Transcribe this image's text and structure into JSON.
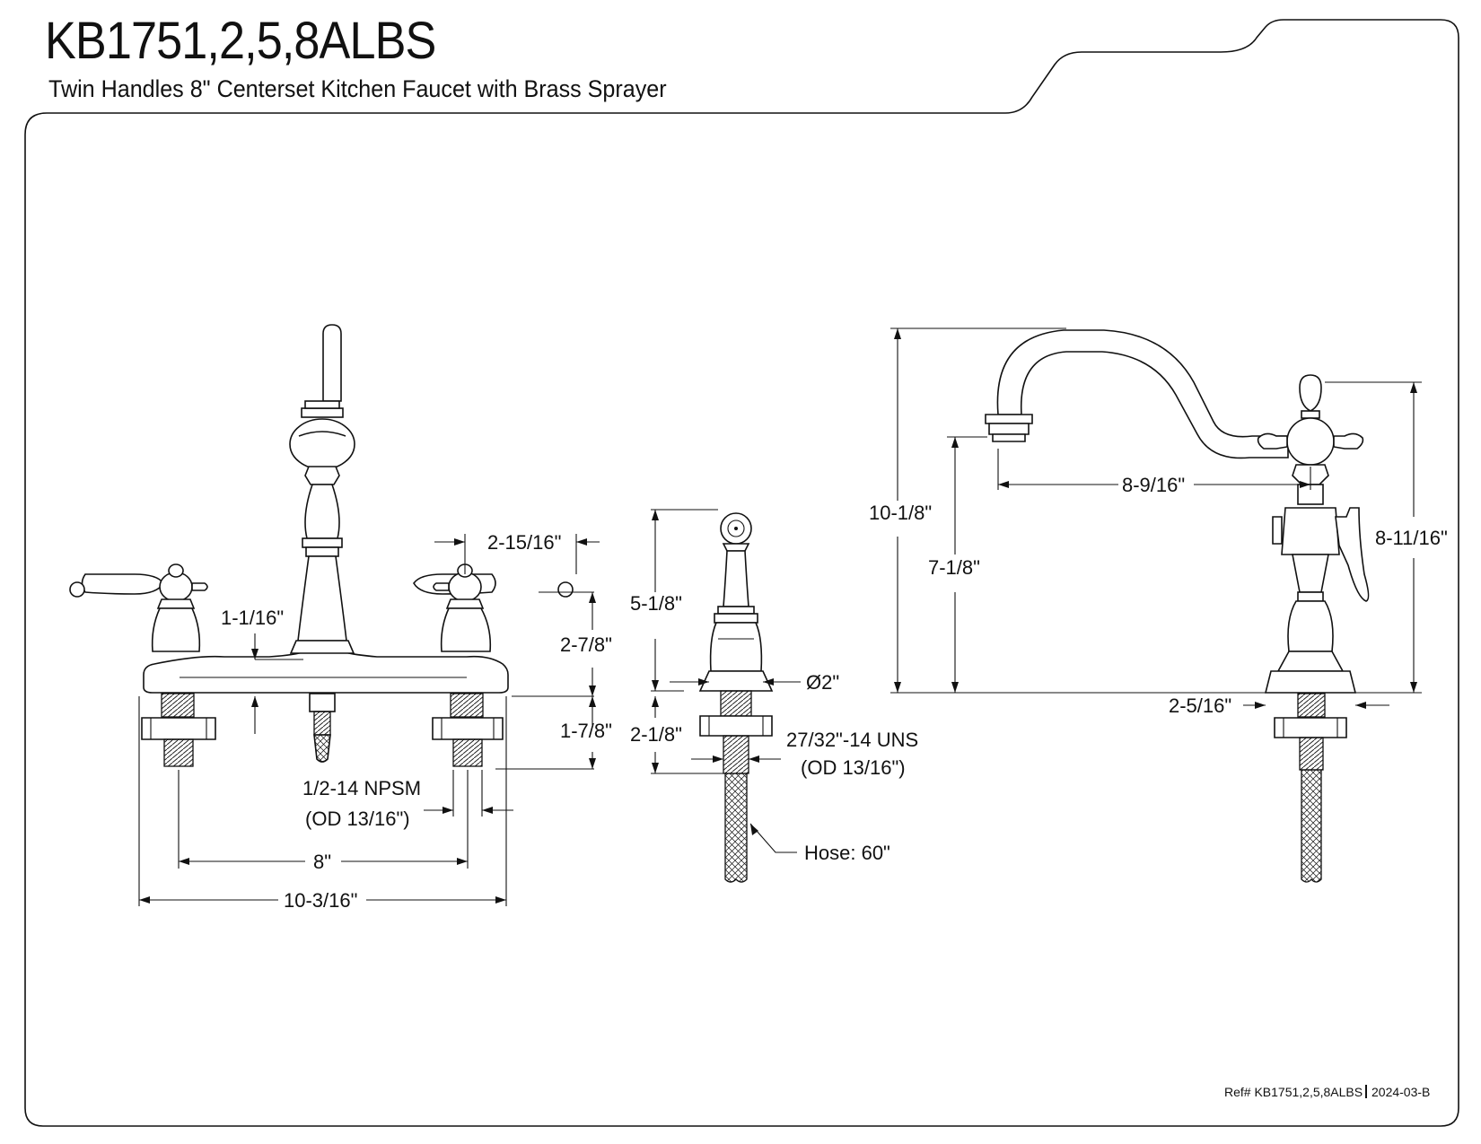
{
  "header": {
    "title": "KB1751,2,5,8ALBS",
    "subtitle": "Twin Handles 8\" Centerset Kitchen Faucet with Brass Sprayer"
  },
  "front_view": {
    "dim_handle_spacing": "2-15/16\"",
    "dim_handle_height": "2-7/8\"",
    "dim_spout_base": "1-1/16\"",
    "dim_shank_length": "1-7/8\"",
    "thread_spec": "1/2-14 NPSM",
    "thread_od": "(OD 13/16\")",
    "dim_center": "8\"",
    "dim_overall": "10-3/16\""
  },
  "sprayer_view": {
    "dim_height": "5-1/8\"",
    "dim_diameter": "Ø2\"",
    "dim_shank": "2-1/8\"",
    "thread_spec": "27/32\"-14 UNS",
    "thread_od": "(OD 13/16\")",
    "hose_label": "Hose: 60\""
  },
  "side_view": {
    "dim_total_height": "10-1/8\"",
    "dim_spout_height": "7-1/8\"",
    "dim_reach": "8-9/16\"",
    "dim_handle_height": "8-11/16\"",
    "dim_base": "2-5/16\""
  },
  "footer": {
    "ref": "Ref# KB1751,2,5,8ALBS",
    "revision": "2024-03-B"
  }
}
